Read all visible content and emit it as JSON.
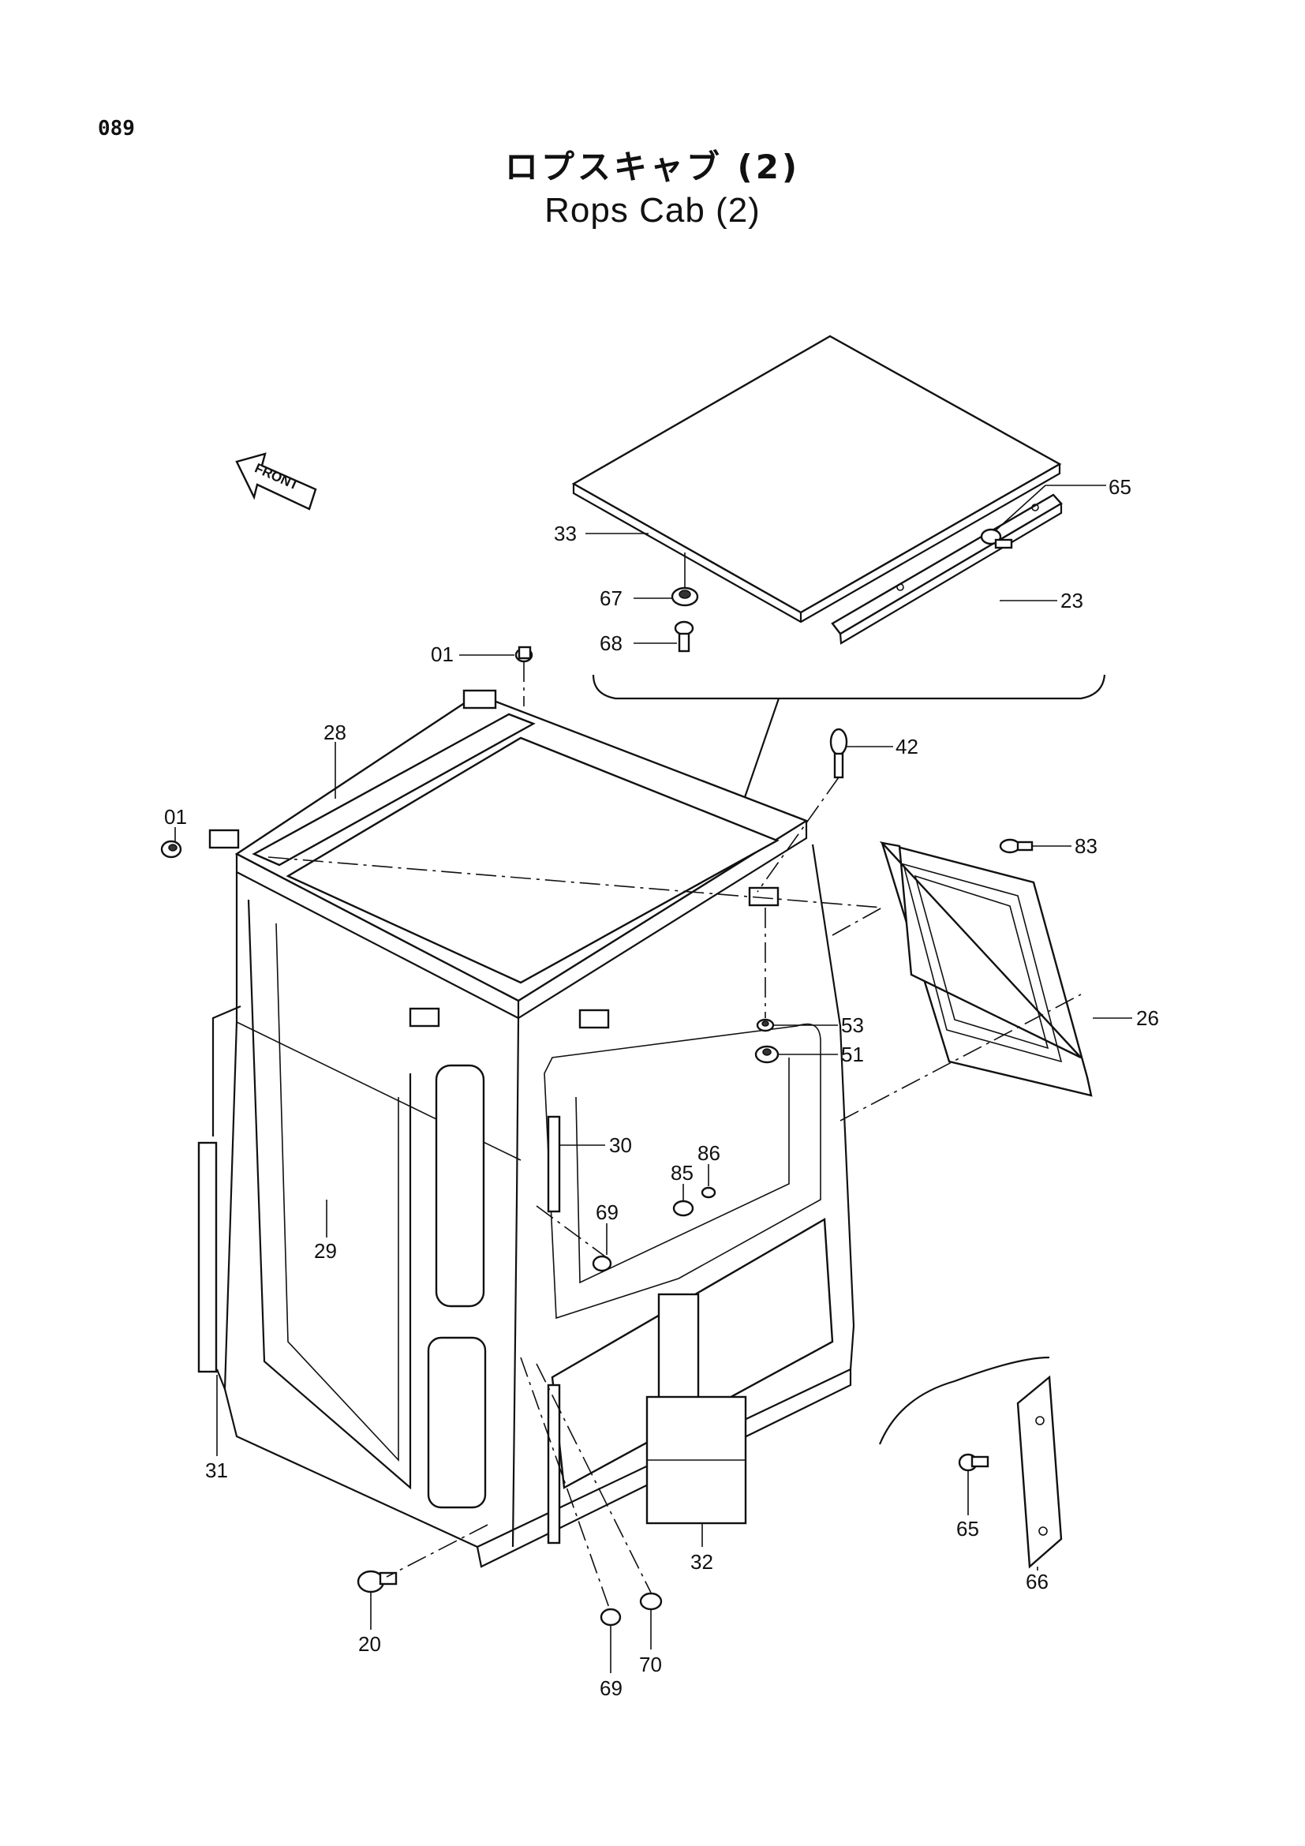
{
  "page_number": "089",
  "title_ja": "ロプスキャブ (2)",
  "title_en": "Rops Cab (2)",
  "front_arrow_label": "FRONT",
  "callouts": [
    {
      "id": "c33",
      "label": "33"
    },
    {
      "id": "c65a",
      "label": "65"
    },
    {
      "id": "c67",
      "label": "67"
    },
    {
      "id": "c23",
      "label": "23"
    },
    {
      "id": "c68",
      "label": "68"
    },
    {
      "id": "c01a",
      "label": "01"
    },
    {
      "id": "c28",
      "label": "28"
    },
    {
      "id": "c42",
      "label": "42"
    },
    {
      "id": "c01b",
      "label": "01"
    },
    {
      "id": "c83",
      "label": "83"
    },
    {
      "id": "c53",
      "label": "53"
    },
    {
      "id": "c26",
      "label": "26"
    },
    {
      "id": "c51",
      "label": "51"
    },
    {
      "id": "c30",
      "label": "30"
    },
    {
      "id": "c86",
      "label": "86"
    },
    {
      "id": "c85",
      "label": "85"
    },
    {
      "id": "c69a",
      "label": "69"
    },
    {
      "id": "c29",
      "label": "29"
    },
    {
      "id": "c31",
      "label": "31"
    },
    {
      "id": "c32",
      "label": "32"
    },
    {
      "id": "c65b",
      "label": "65"
    },
    {
      "id": "c66",
      "label": "66"
    },
    {
      "id": "c20",
      "label": "20"
    },
    {
      "id": "c70",
      "label": "70"
    },
    {
      "id": "c69b",
      "label": "69"
    }
  ]
}
